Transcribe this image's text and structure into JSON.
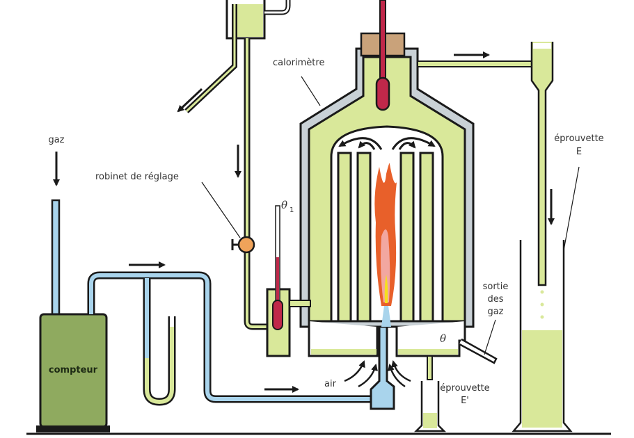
{
  "title": "Calorimètre à gaz (schéma)",
  "labels": {
    "gaz": "gaz",
    "robinet": "robinet de réglage",
    "calorimetre": "calorimètre",
    "theta1": "θ",
    "theta1_sub": "1",
    "eprouvette_e_line1": "éprouvette",
    "eprouvette_e_line2": "E",
    "sortie_line1": "sortie",
    "sortie_line2": "des",
    "sortie_line3": "gaz",
    "theta": "θ",
    "air": "air",
    "eprouvette_e2_line1": "éprouvette",
    "eprouvette_e2_line2": "E'",
    "compteur": "compteur"
  },
  "colors": {
    "water_green": "#d9e89a",
    "meter_green": "#8faa5f",
    "gas_blue": "#a9d4ec",
    "insulation_gray": "#c9d1d6",
    "cork_tan": "#c9a27a",
    "thermo_red": "#c0284a",
    "flame_orange": "#e8602a",
    "flame_pink": "#f2a7a0",
    "flame_yellow": "#f5e01e",
    "valve_orange": "#f0a35a",
    "outline": "#1a1a1a"
  }
}
